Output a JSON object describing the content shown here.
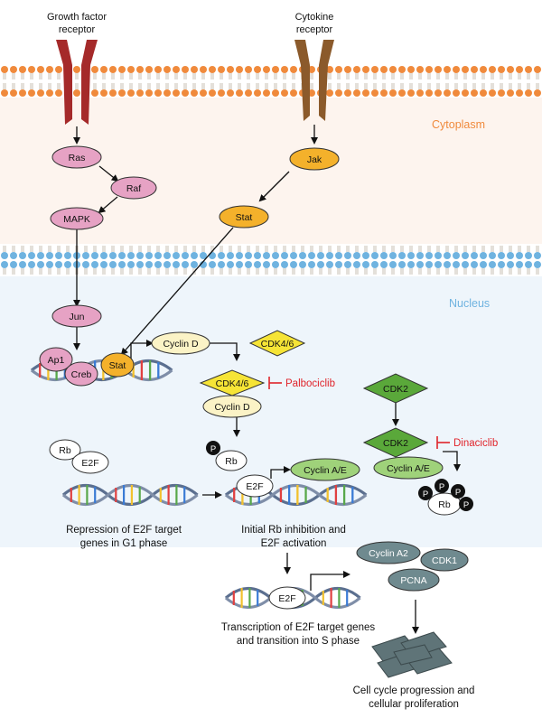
{
  "receptors": {
    "growth_factor": [
      "Growth factor",
      "receptor"
    ],
    "cytokine": [
      "Cytokine",
      "receptor"
    ]
  },
  "regions": {
    "cytoplasm": "Cytoplasm",
    "nucleus": "Nucleus"
  },
  "nodes": {
    "ras": "Ras",
    "raf": "Raf",
    "mapk": "MAPK",
    "jun": "Jun",
    "jak": "Jak",
    "stat_cyto": "Stat",
    "stat_nuc": "Stat",
    "ap1": "Ap1",
    "creb": "Creb",
    "cyclin_d_top": "Cyclin D",
    "cdk46_top": "CDK4/6",
    "cdk46_complex": "CDK4/6",
    "cyclin_d_complex": "Cyclin D",
    "p_top": "P",
    "rb_mid": "Rb",
    "e2f_mid": "E2F",
    "cyclin_ae_mid": "Cyclin A/E",
    "rb_left": "Rb",
    "e2f_left": "E2F",
    "cdk2_top": "CDK2",
    "cdk2_complex": "CDK2",
    "cyclin_ae_complex": "Cyclin A/E",
    "p1": "P",
    "p2": "P",
    "p3": "P",
    "p4": "P",
    "rb_right": "Rb",
    "e2f_bottom": "E2F",
    "cyclin_a2": "Cyclin A2",
    "cdk1": "CDK1",
    "pcna": "PCNA"
  },
  "drugs": {
    "palbociclib": "Palbociclib",
    "dinaciclib": "Dinaciclib"
  },
  "captions": {
    "repression": [
      "Repression of E2F target",
      "genes in G1 phase"
    ],
    "activation": [
      "Initial Rb inhibition and",
      "E2F activation"
    ],
    "transcription": [
      "Transcription of E2F target genes",
      "and transition into S phase"
    ],
    "proliferation": [
      "Cell cycle progression and",
      "cellular proliferation"
    ]
  },
  "colors": {
    "pink": "#e6a2c4",
    "orange": "#f4b12b",
    "light_yellow": "#fbf3c6",
    "yellow": "#f6e436",
    "green": "#5aa83a",
    "light_green": "#9fd27a",
    "slate": "#6f8a8f",
    "black": "#111111",
    "inhibitor": "#e0242b",
    "cytoplasm_bg": "#fdf4ee",
    "nucleus_bg": "#eef5fb",
    "membrane_top": "#f08a3c",
    "membrane_nuc": "#6fb3e0",
    "growth_receptor": "#a52a2a",
    "cytokine_receptor": "#8b5a2b"
  }
}
